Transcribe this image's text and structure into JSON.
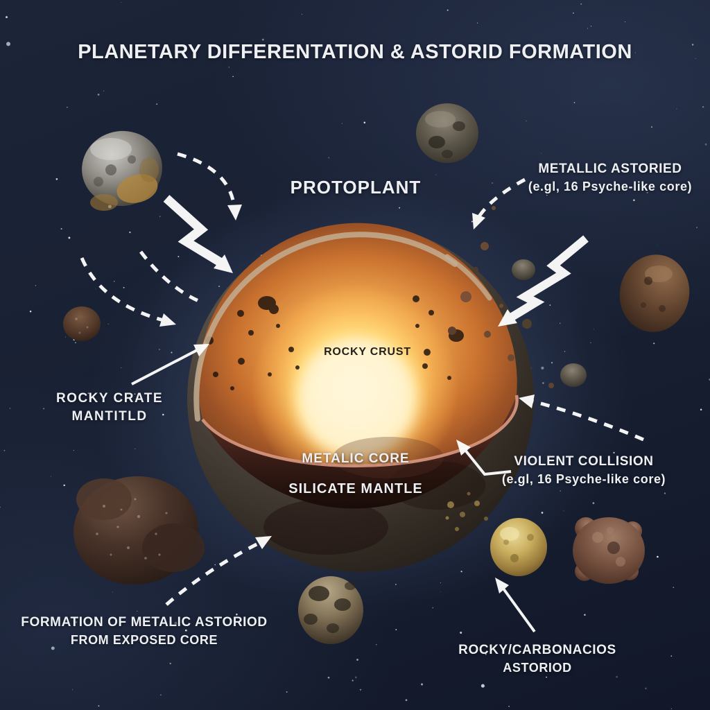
{
  "title": "PLANETARY DIFFERENTATION & ASTORID FORMATION",
  "planet": {
    "name_label": "PROTOPLANT",
    "crust_label": "ROCKY CRUST",
    "core_label": "METALIC CORE",
    "mantle_label": "SILICATE MANTLE"
  },
  "callouts": {
    "metallic_asteroid": {
      "line1": "METALLIC ASTORIED",
      "line2": "(e.gl, 16 Psyche-like core)"
    },
    "rocky_crate_mantle": {
      "line1": "ROCKY CRATE",
      "line2": "MANTITLD"
    },
    "violent_collision": {
      "line1": "VIOLENT COLLISION",
      "line2": "(e.gl, 16 Psyche-like core)"
    },
    "formation_exposed_core": {
      "line1": "FORMATION OF METALIC ASTORIOD",
      "line2": "FROM EXPOSED CORE"
    },
    "rocky_carbonaceous": {
      "line1": "ROCKY/CARBONACIOS",
      "line2": "ASTORIOD"
    }
  },
  "colors": {
    "space_background": "#182032",
    "label_text": "#eef0f4",
    "crust_text": "#241f19",
    "arrow": "#fdfdfd",
    "planet_crust": "#534b42",
    "mantle_orange": "#e89c48",
    "core_glow": "#fff3c2",
    "lower_mantle": "#2a1510",
    "cut_rim": "#d4947c",
    "gold_asteroid": "#c9ad5e",
    "grey_asteroid": "#8e8b85",
    "brown_asteroid": "#75503f"
  }
}
